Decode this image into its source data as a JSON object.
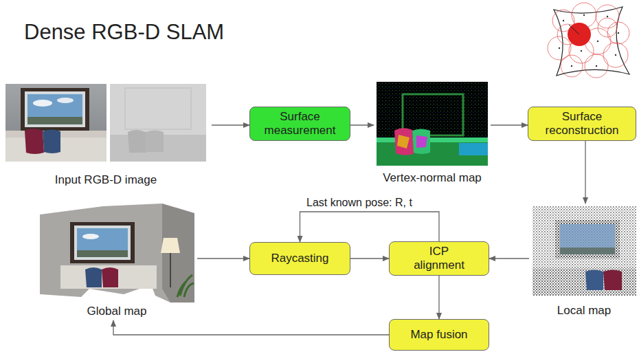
{
  "diagram": {
    "title": "Dense RGB-D SLAM",
    "nodes": [
      {
        "text": [
          "Input RGB-D image"
        ]
      },
      {
        "text": [
          "Surface measurement"
        ]
      },
      {
        "text": [
          "Vertex-normal map"
        ]
      },
      {
        "text": [
          "Surface reconstruction"
        ]
      },
      {
        "text": [
          "Global map"
        ]
      },
      {
        "text": [
          "Raycasting"
        ]
      },
      {
        "text": [
          "ICP alignment"
        ]
      },
      {
        "text": [
          "Local map"
        ]
      },
      {
        "text": [
          "Map fusion"
        ]
      }
    ],
    "edges": [
      {
        "from": 0,
        "to": 1,
        "arrow": "to"
      },
      {
        "from": 1,
        "to": 2,
        "arrow": "to"
      },
      {
        "from": 2,
        "to": 3,
        "arrow": "to"
      },
      {
        "from": 3,
        "to": 7,
        "arrow": "to"
      },
      {
        "from": 7,
        "to": 6,
        "arrow": "to"
      },
      {
        "from": 5,
        "to": 6,
        "arrow": "to"
      },
      {
        "from": 6,
        "to": 5,
        "label": "Last known pose: R, t",
        "arrow": "to"
      },
      {
        "from": 6,
        "to": 8,
        "arrow": "to"
      },
      {
        "from": 8,
        "to": 4,
        "arrow": "to"
      },
      {
        "from": 4,
        "to": 5,
        "arrow": "to"
      }
    ]
  }
}
